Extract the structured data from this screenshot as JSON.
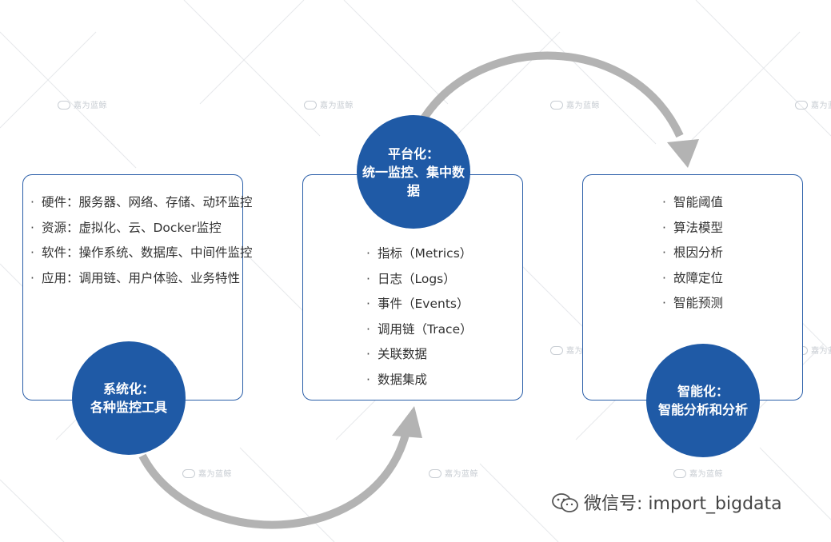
{
  "watermark_text": "嘉为蓝鲸",
  "stage1": {
    "items": [
      "硬件：服务器、网络、存储、动环监控",
      "资源：虚拟化、云、Docker监控",
      "软件：操作系统、数据库、中间件监控",
      "应用：调用链、用户体验、业务特性"
    ],
    "circle_line1": "系统化：",
    "circle_line2": "各种监控工具"
  },
  "stage2": {
    "items": [
      "指标（Metrics）",
      "日志（Logs）",
      "事件（Events）",
      "调用链（Trace）",
      "关联数据",
      "数据集成"
    ],
    "circle_line1": "平台化：",
    "circle_line2": "统一监控、集中数据"
  },
  "stage3": {
    "items": [
      "智能阈值",
      "算法模型",
      "根因分析",
      "故障定位",
      "智能预测"
    ],
    "circle_line1": "智能化：",
    "circle_line2": "智能分析和分析"
  },
  "wechat_label": "微信号: import_bigdata",
  "colors": {
    "circle_fill": "#1f5aa6",
    "box_border": "#2a5ea8",
    "arrow": "#b3b3b3"
  }
}
